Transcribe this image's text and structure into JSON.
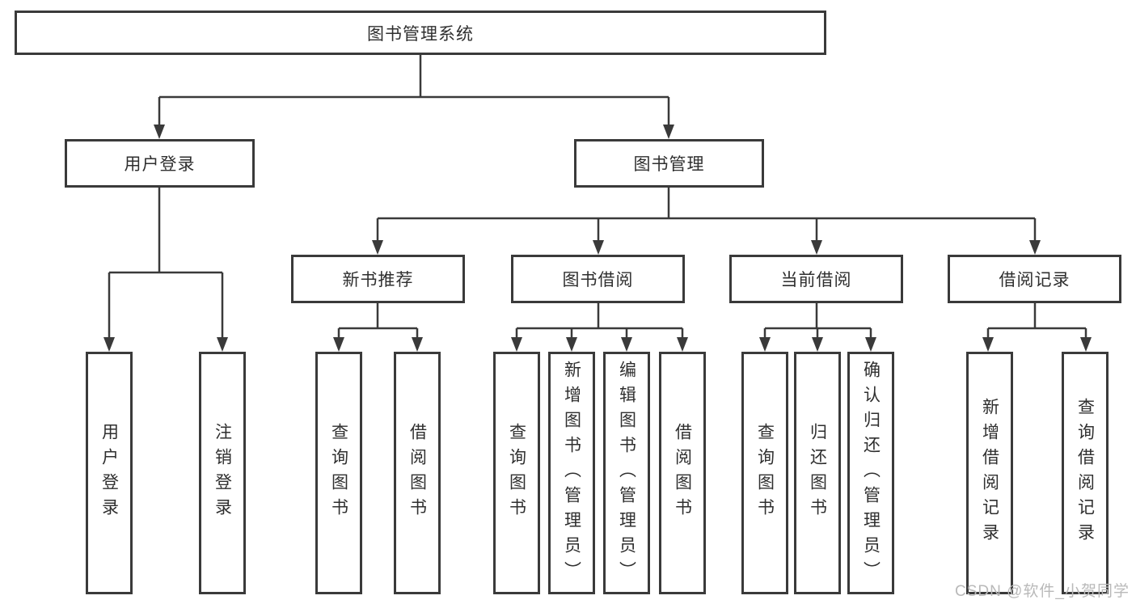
{
  "diagram_type": "tree",
  "tree": {
    "root": {
      "label": "图书管理系统"
    },
    "branches": [
      {
        "label": "用户登录",
        "leaves": [
          "用户登录",
          "注销登录"
        ]
      },
      {
        "label": "图书管理",
        "groups": [
          {
            "label": "新书推荐",
            "leaves": [
              "查询图书",
              "借阅图书"
            ]
          },
          {
            "label": "图书借阅",
            "leaves": [
              "查询图书",
              "新增图书（管理员）",
              "编辑图书（管理员）",
              "借阅图书"
            ]
          },
          {
            "label": "当前借阅",
            "leaves": [
              "查询图书",
              "归还图书",
              "确认归还（管理员）"
            ]
          },
          {
            "label": "借阅记录",
            "leaves": [
              "新增借阅记录",
              "查询借阅记录"
            ]
          }
        ]
      }
    ]
  },
  "watermark": "CSDN @软件_小贺同学",
  "colors": {
    "line": "#3a3a3a",
    "box_border": "#3a3a3a",
    "text": "#2f2f2f",
    "background": "#ffffff",
    "watermark": "#b9b9b9"
  }
}
